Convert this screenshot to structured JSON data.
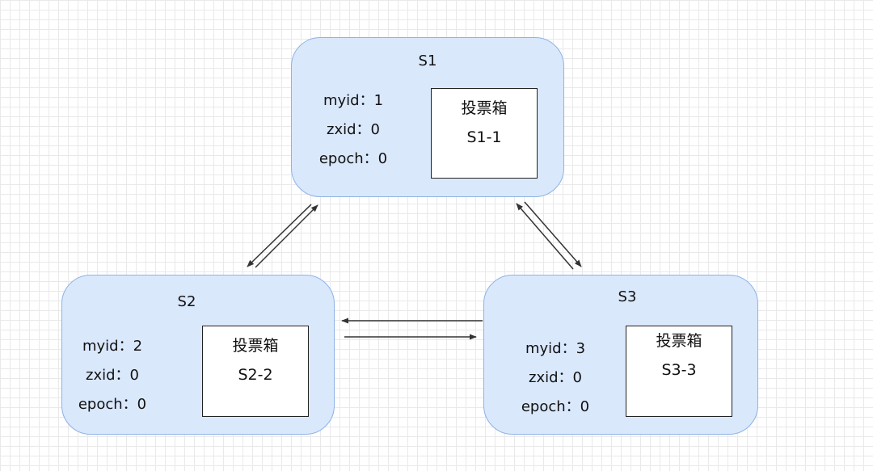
{
  "servers": [
    {
      "id": "S1",
      "myid": "myid：1",
      "zxid": "zxid：0",
      "epoch": "epoch：0",
      "ballot_box": "投票箱",
      "ballot_vote": "S1-1"
    },
    {
      "id": "S2",
      "myid": "myid：2",
      "zxid": "zxid：0",
      "epoch": "epoch：0",
      "ballot_box": "投票箱",
      "ballot_vote": "S2-2"
    },
    {
      "id": "S3",
      "myid": "myid：3",
      "zxid": "zxid：0",
      "epoch": "epoch：0",
      "ballot_box": "投票箱",
      "ballot_vote": "S3-3"
    }
  ],
  "connections": [
    {
      "from": "S1",
      "to": "S2",
      "bidirectional": true
    },
    {
      "from": "S1",
      "to": "S3",
      "bidirectional": true
    },
    {
      "from": "S2",
      "to": "S3",
      "bidirectional": true
    }
  ],
  "colors": {
    "node_fill": "#dae8fc",
    "node_border": "#8eb3e6",
    "ballot_fill": "#ffffff",
    "ballot_border": "#222222",
    "arrow": "#333333"
  }
}
